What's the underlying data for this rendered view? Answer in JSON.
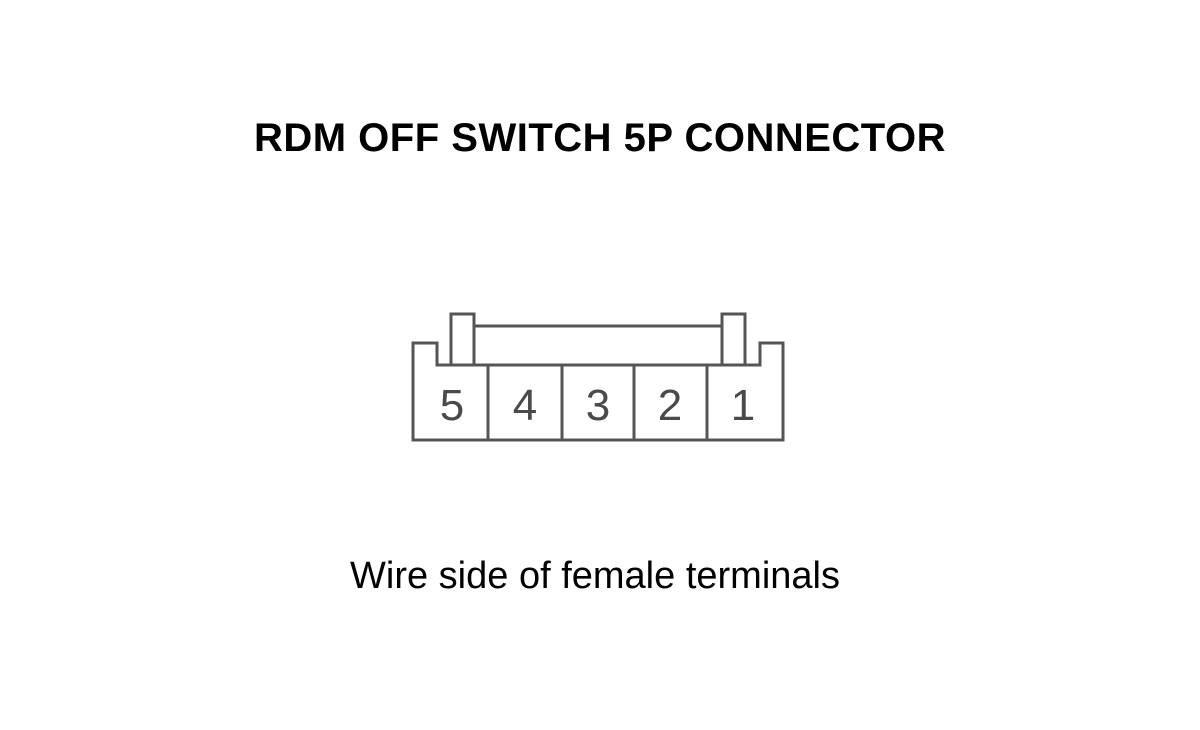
{
  "title": "RDM OFF SWITCH 5P CONNECTOR",
  "caption": "Wire side of female terminals",
  "connector": {
    "terminals": [
      "5",
      "4",
      "3",
      "2",
      "1"
    ]
  },
  "colors": {
    "outline": "#555555",
    "text": "#000000"
  }
}
